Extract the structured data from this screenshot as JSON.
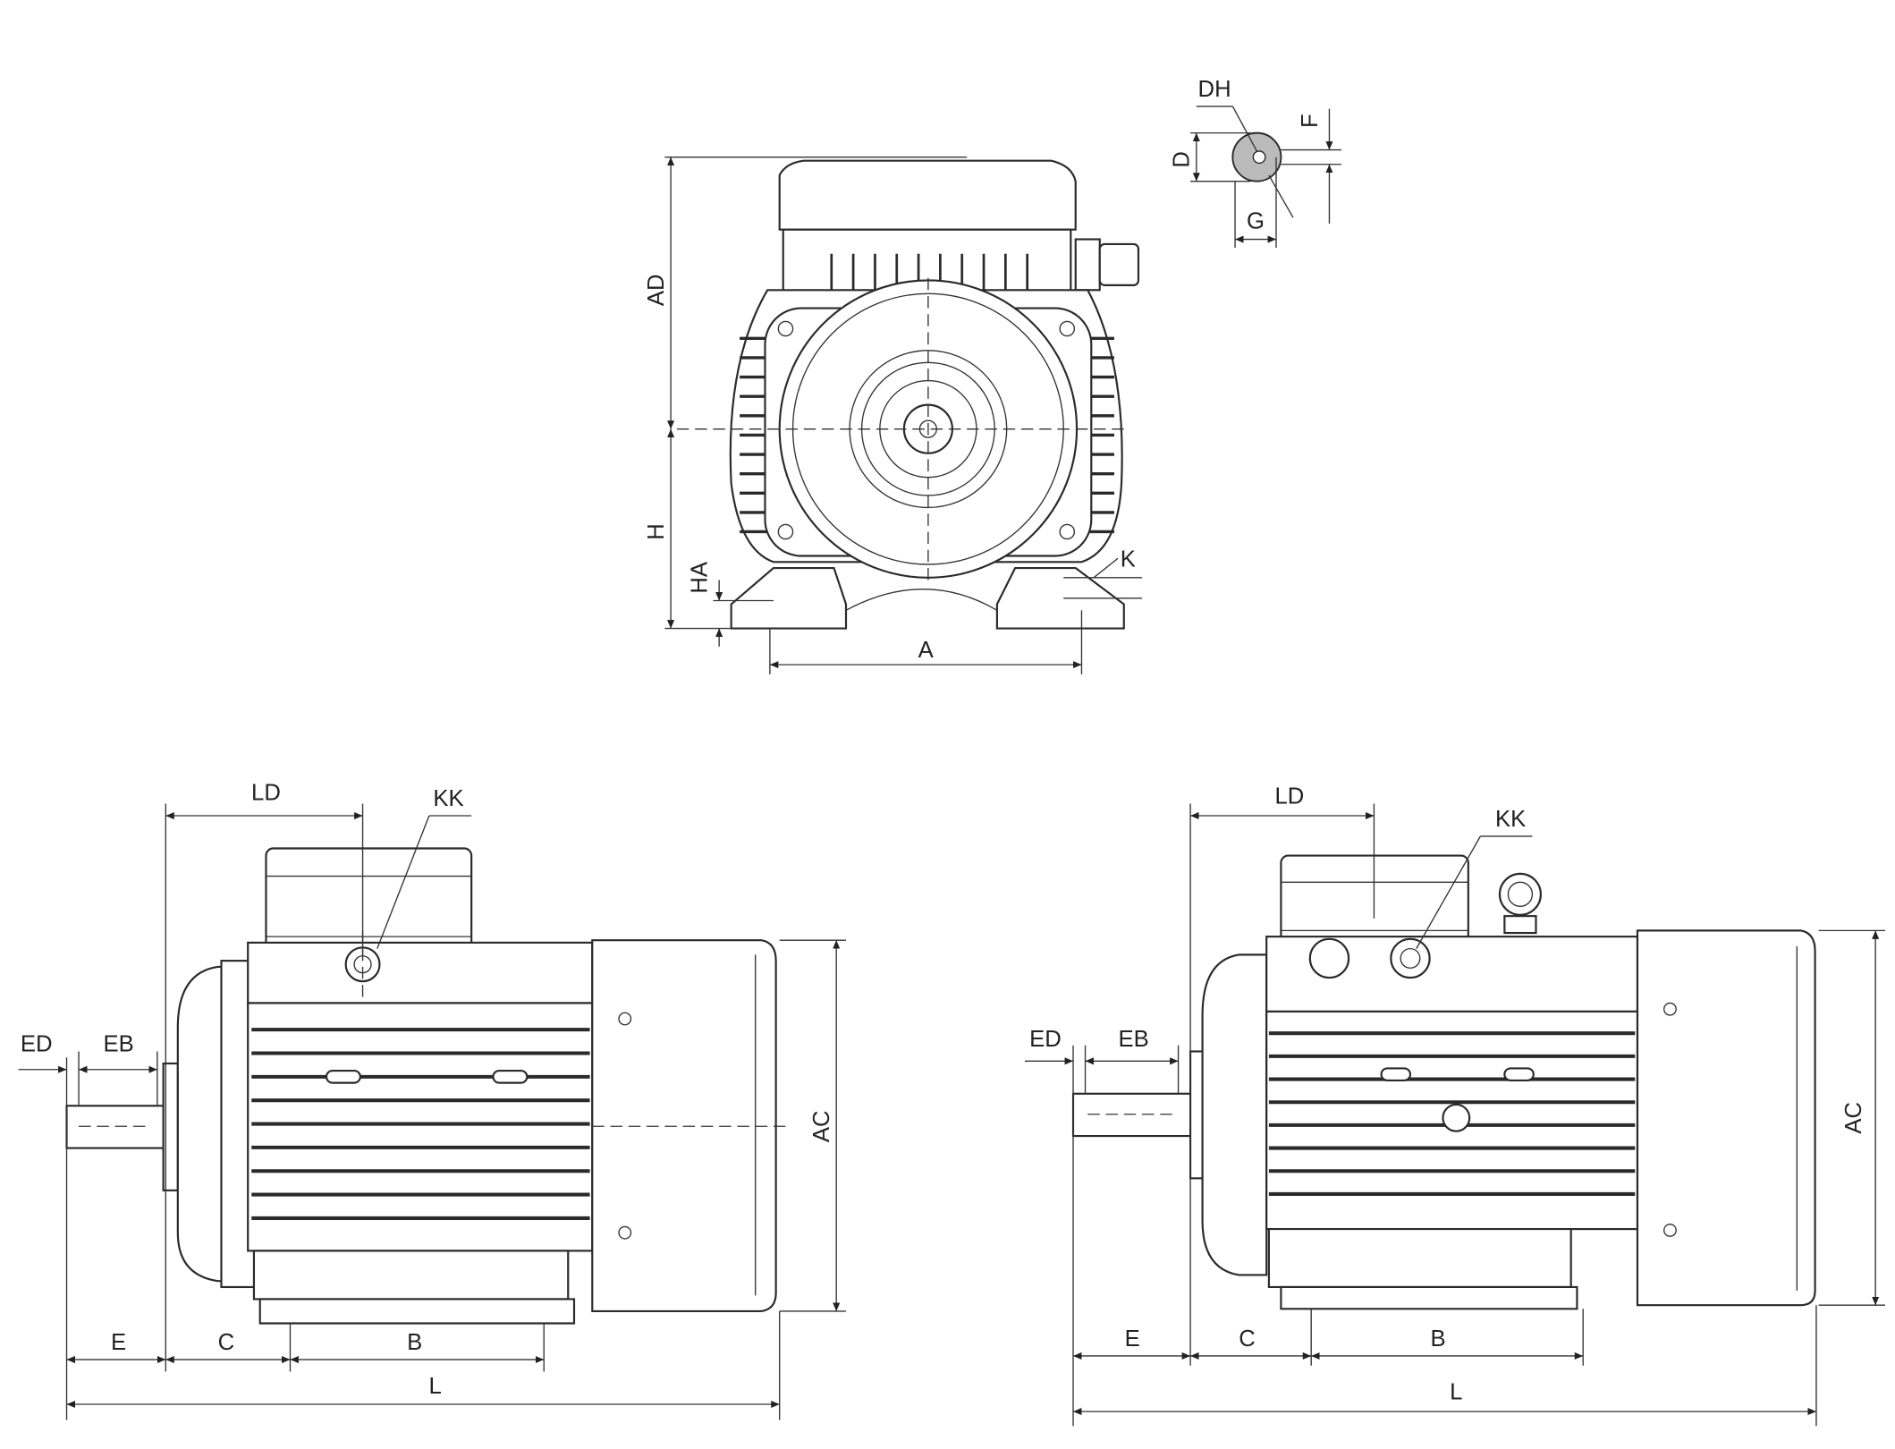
{
  "front_view": {
    "labels": {
      "AD": "AD",
      "H": "H",
      "HA": "HA",
      "A": "A",
      "K": "K"
    }
  },
  "shaft_detail": {
    "labels": {
      "DH": "DH",
      "F": "F",
      "D": "D",
      "G": "G"
    }
  },
  "side_view_left": {
    "labels": {
      "LD": "LD",
      "KK": "KK",
      "ED": "ED",
      "EB": "EB",
      "AC": "AC",
      "E": "E",
      "C": "C",
      "B": "B",
      "L": "L"
    }
  },
  "side_view_right": {
    "labels": {
      "LD": "LD",
      "KK": "KK",
      "ED": "ED",
      "EB": "EB",
      "AC": "AC",
      "E": "E",
      "C": "C",
      "B": "B",
      "L": "L"
    }
  }
}
